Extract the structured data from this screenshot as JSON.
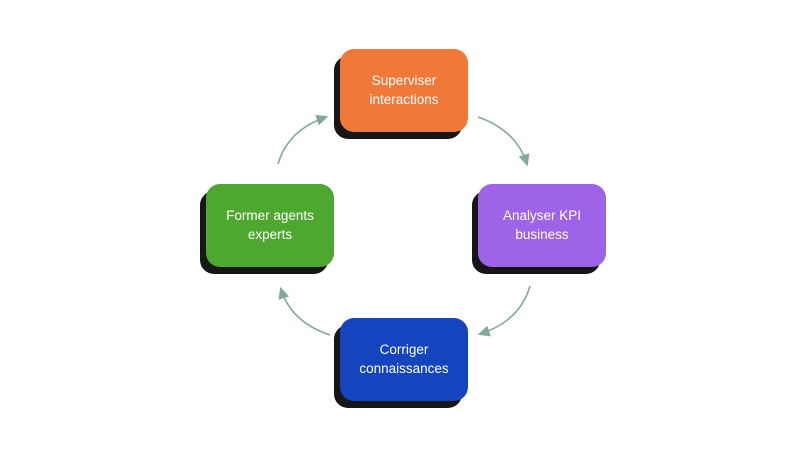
{
  "diagram": {
    "type": "cycle",
    "background_color": "#ffffff",
    "arrow_color": "#84a7a0",
    "arrow_direction": "clockwise",
    "nodes": [
      {
        "id": "top",
        "label": "Superviser interactions",
        "color": "#f0793a",
        "text_color": "#ffffff"
      },
      {
        "id": "right",
        "label": "Analyser KPI business",
        "color": "#9e63e8",
        "text_color": "#ffffff"
      },
      {
        "id": "bottom",
        "label": "Corriger connaissances",
        "color": "#1545be",
        "text_color": "#ffffff"
      },
      {
        "id": "left",
        "label": "Former agents experts",
        "color": "#4ea72e",
        "text_color": "#ffffff"
      }
    ],
    "arrows": [
      {
        "from": "top",
        "to": "right"
      },
      {
        "from": "right",
        "to": "bottom"
      },
      {
        "from": "bottom",
        "to": "left"
      },
      {
        "from": "left",
        "to": "top"
      }
    ]
  }
}
